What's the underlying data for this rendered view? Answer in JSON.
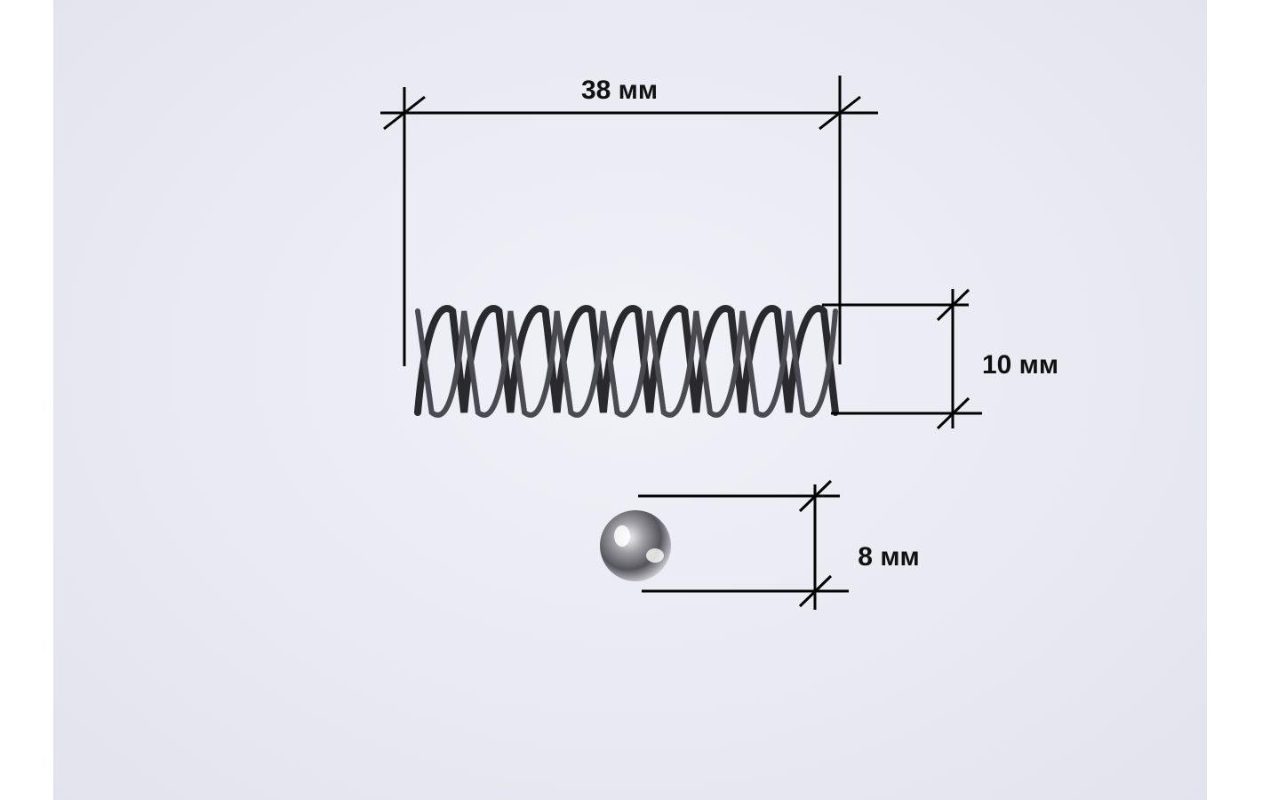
{
  "dimensions": {
    "spring_length": "38 мм",
    "spring_diameter": "10 мм",
    "ball_diameter": "8 мм"
  },
  "colors": {
    "background": "#e9eaf2",
    "line": "#000000",
    "spring": "#2b2b2e"
  }
}
